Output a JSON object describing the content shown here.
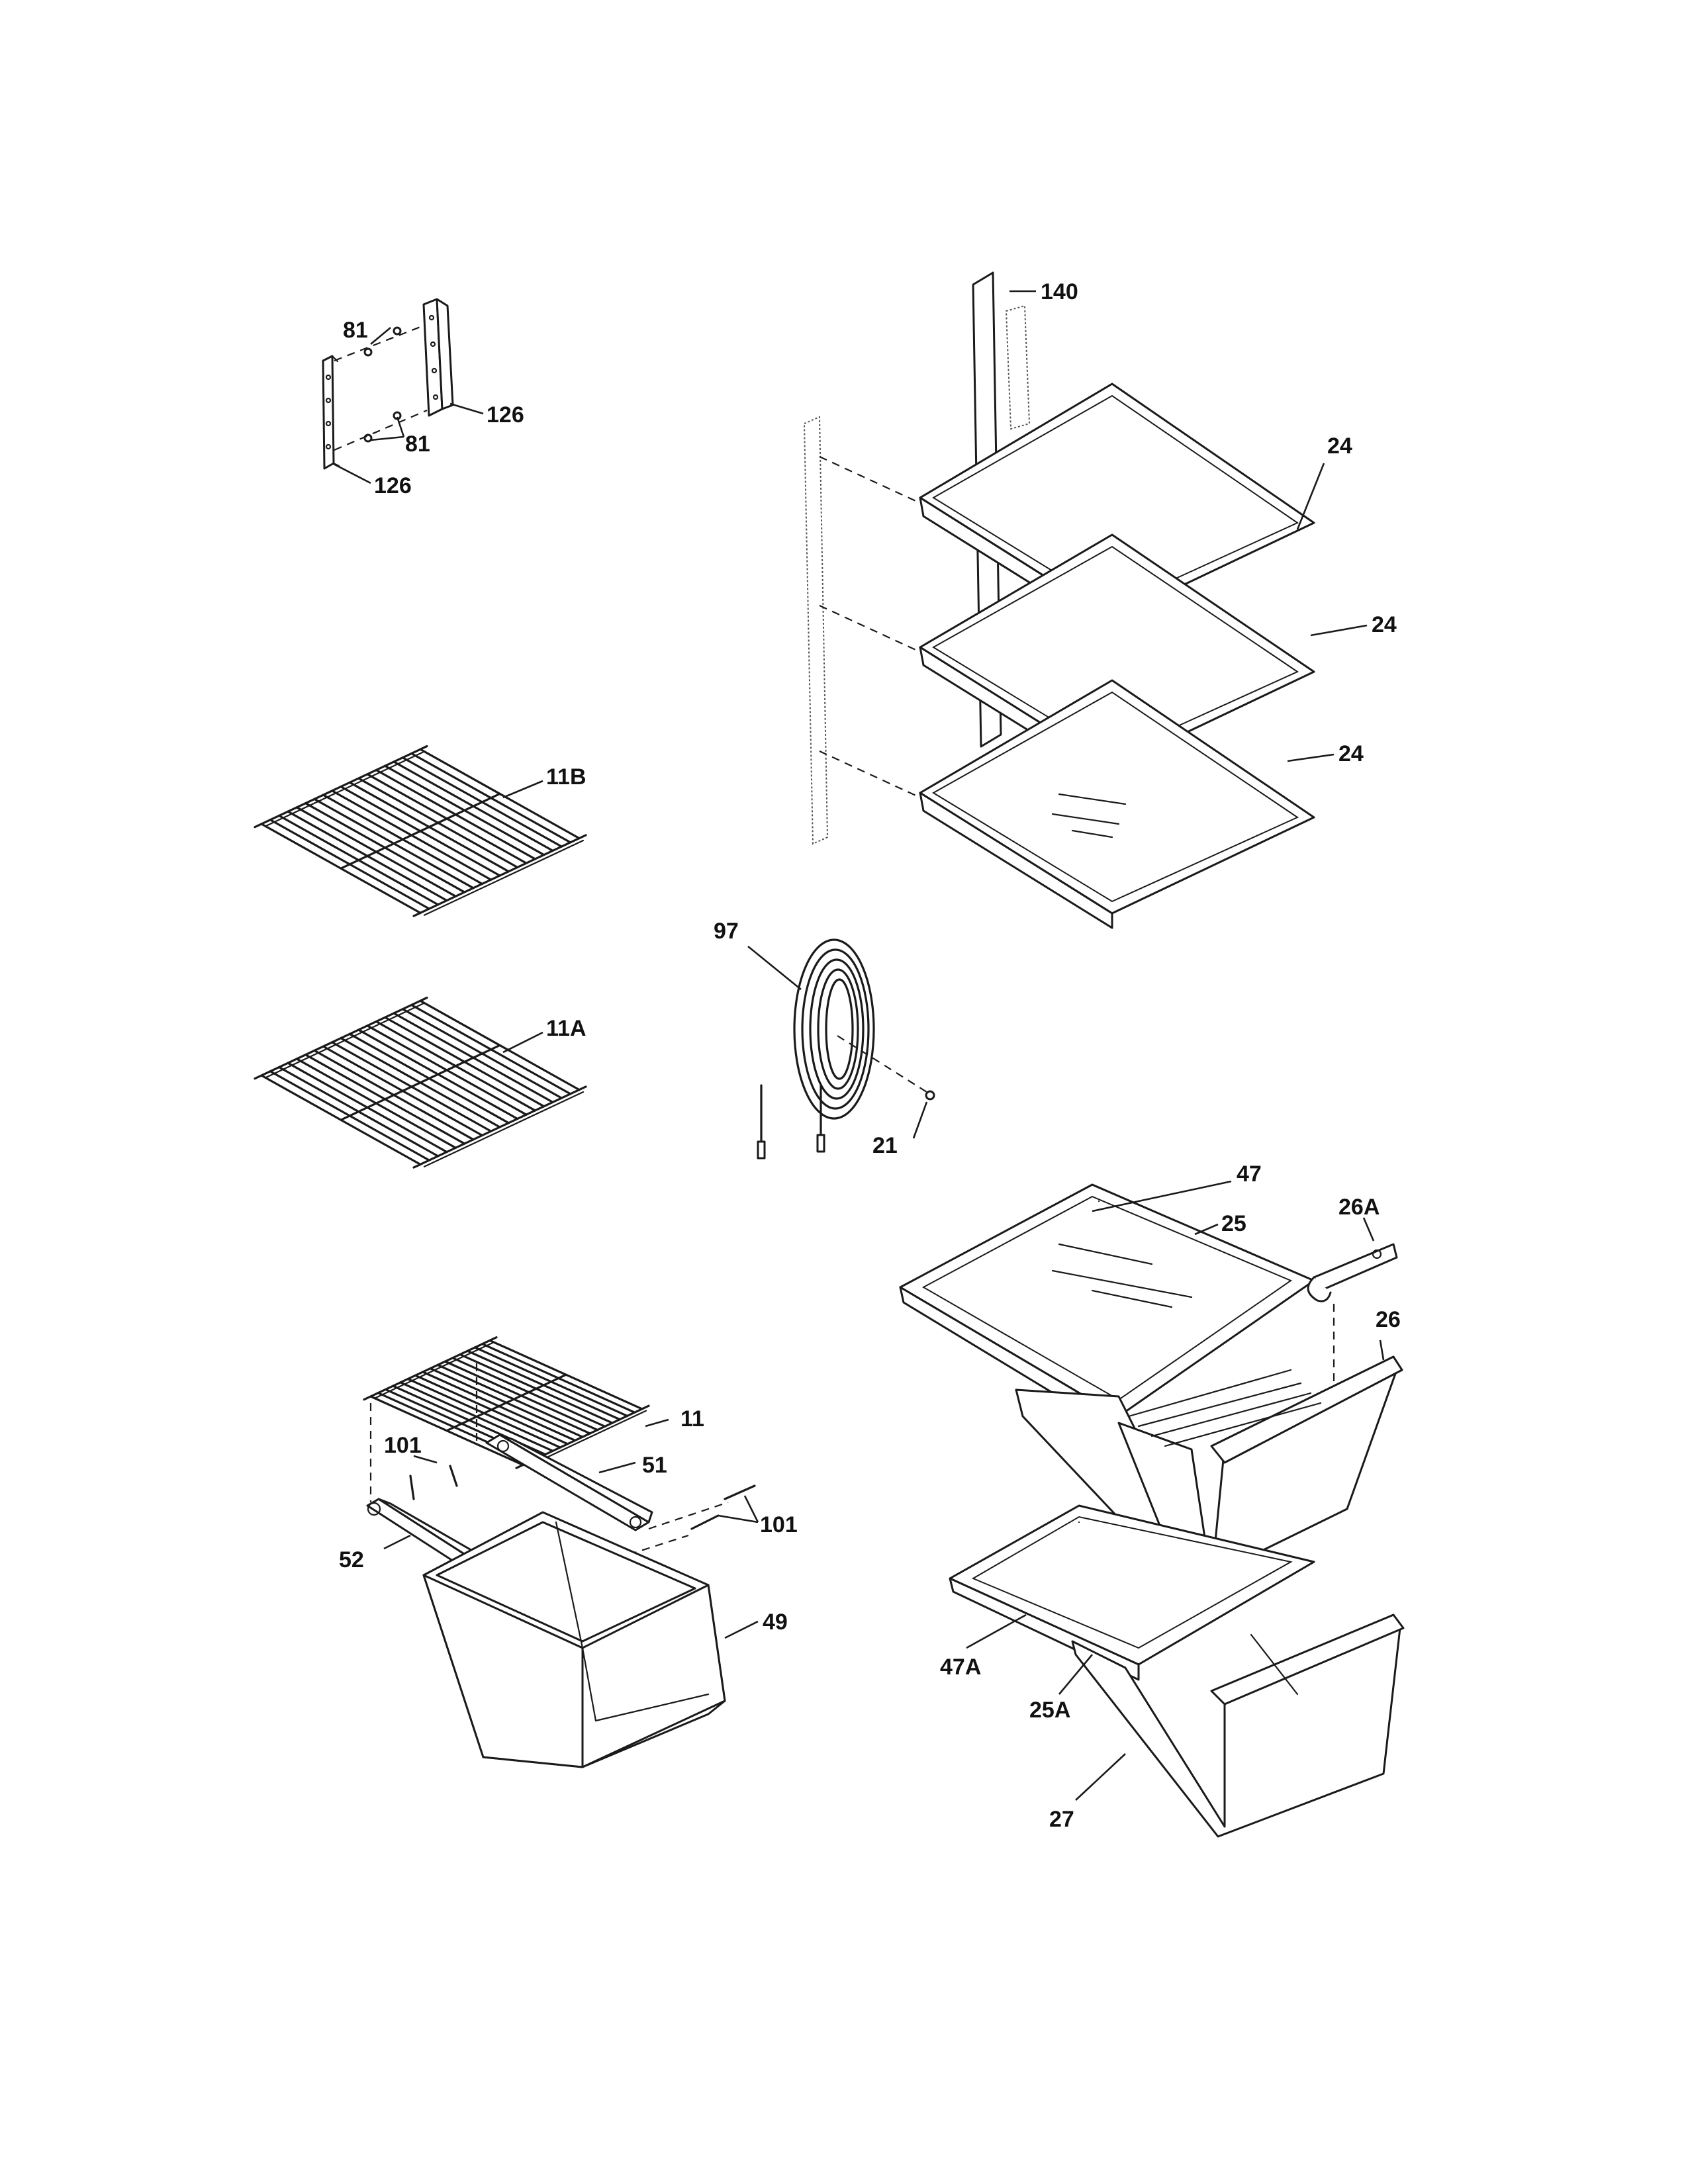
{
  "callouts": {
    "c140": "140",
    "c81_top": "81",
    "c81_bottom": "81",
    "c126_right": "126",
    "c126_left": "126",
    "c24_top": "24",
    "c24_middle": "24",
    "c24_bottom": "24",
    "c11B": "11B",
    "c11A": "11A",
    "c97": "97",
    "c21": "21",
    "c47": "47",
    "c25": "25",
    "c26A": "26A",
    "c26": "26",
    "c11": "11",
    "c101_left": "101",
    "c51": "51",
    "c101_right": "101",
    "c52": "52",
    "c49": "49",
    "c47A": "47A",
    "c25A": "25A",
    "c27": "27"
  }
}
